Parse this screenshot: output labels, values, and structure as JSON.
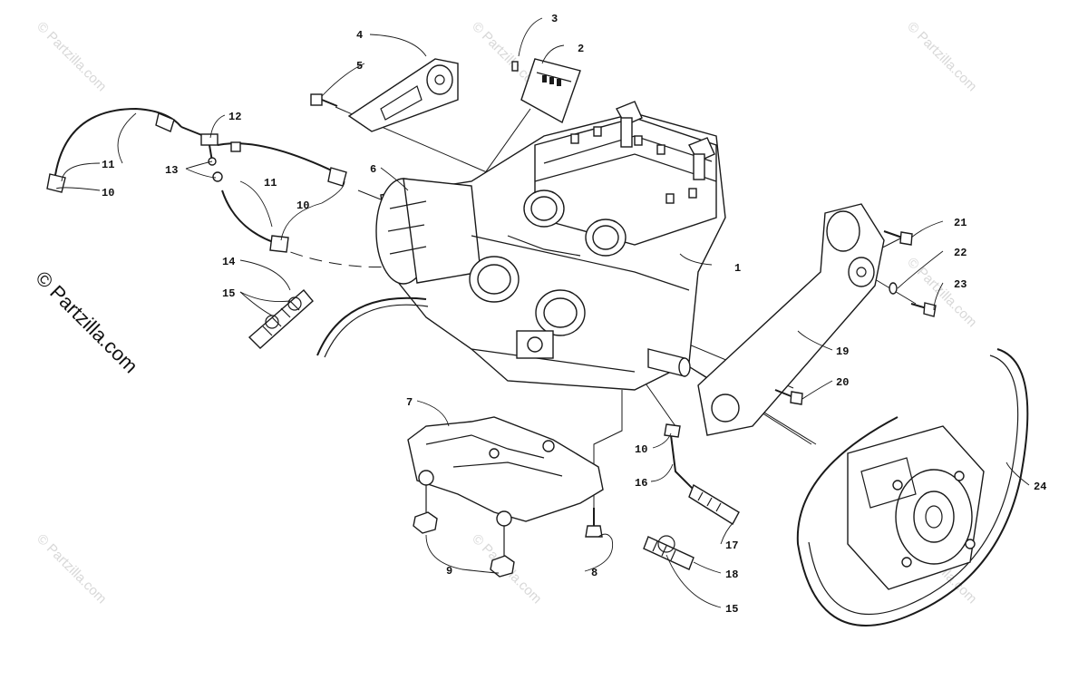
{
  "watermark": "© Partzilla.com",
  "side_credit": "© Partzilla.com",
  "callouts": {
    "c1": "1",
    "c2": "2",
    "c3": "3",
    "c4": "4",
    "c5": "5",
    "c6": "6",
    "c7": "7",
    "c8": "8",
    "c9": "9",
    "c10a": "10",
    "c10b": "10",
    "c10c": "10",
    "c11a": "11",
    "c11b": "11",
    "c12": "12",
    "c13": "13",
    "c14": "14",
    "c15a": "15",
    "c15b": "15",
    "c16": "16",
    "c17": "17",
    "c18": "18",
    "c19": "19",
    "c20": "20",
    "c21": "21",
    "c22": "22",
    "c23": "23",
    "c24": "24"
  }
}
